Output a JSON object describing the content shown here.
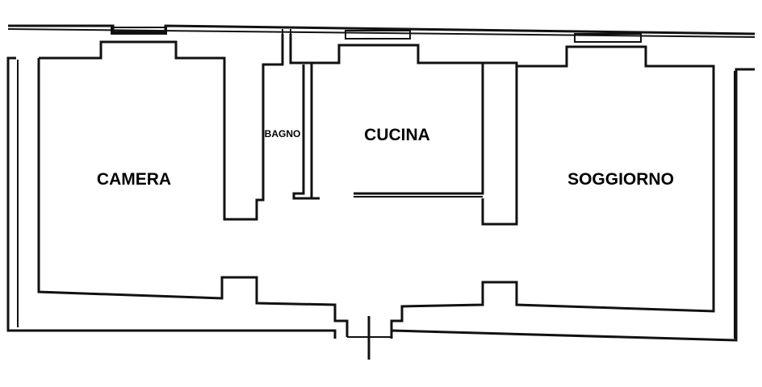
{
  "plan": {
    "rooms": [
      {
        "id": "camera",
        "label": "CAMERA"
      },
      {
        "id": "bagno",
        "label": "BAGNO"
      },
      {
        "id": "cucina",
        "label": "CUCINA"
      },
      {
        "id": "soggiorno",
        "label": "SOGGIORNO"
      }
    ]
  }
}
